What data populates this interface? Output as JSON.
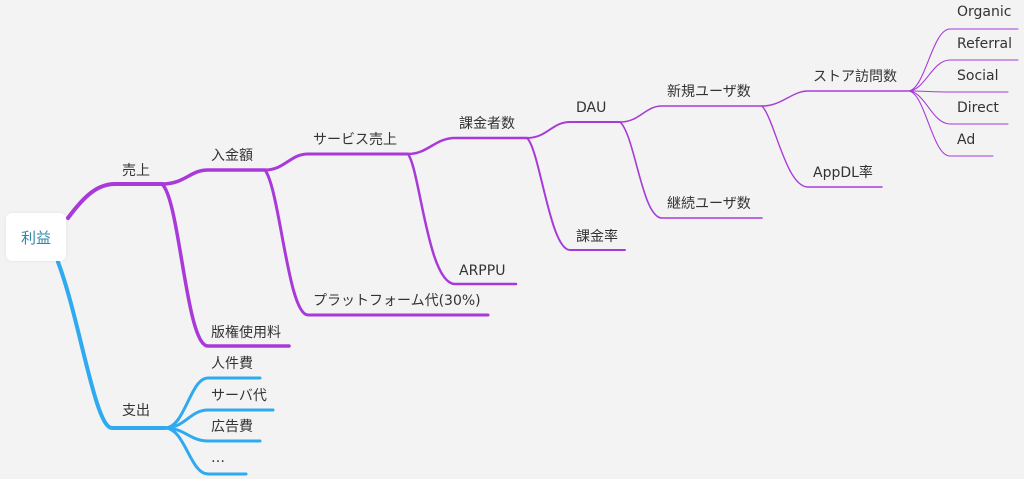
{
  "root": "利益",
  "colors": {
    "revenue": "#a93ad9",
    "cost": "#2fa9ef"
  },
  "nodes": {
    "revenue": "売上",
    "deposit": "入金額",
    "license": "版権使用料",
    "service_sales": "サービス売上",
    "platform_fee": "プラットフォーム代(30%)",
    "payers": "課金者数",
    "arppu": "ARPPU",
    "dau": "DAU",
    "pay_rate": "課金率",
    "new_users": "新規ユーザ数",
    "continuing_users": "継続ユーザ数",
    "store_visits": "ストア訪問数",
    "appdl_rate": "AppDL率",
    "sources": [
      "Organic",
      "Referral",
      "Social",
      "Direct",
      "Ad"
    ],
    "expense": "支出",
    "expense_items": [
      "人件費",
      "サーバ代",
      "広告費",
      "…"
    ]
  }
}
